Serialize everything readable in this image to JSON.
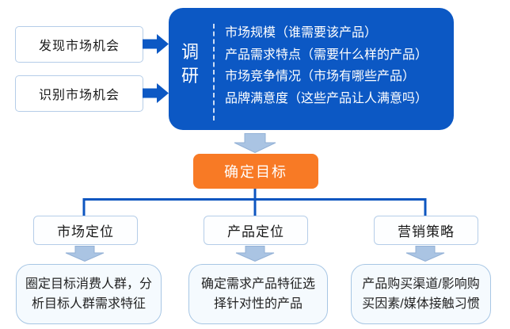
{
  "colors": {
    "deep-blue": "#0C58C4",
    "line-blue": "#0D56C0",
    "orange": "#F87A25",
    "soft-arrow": "#AAC4E3",
    "soft-arrow-edge": "#93B1D6",
    "box-border": "#B5CDE8",
    "detail-border": "#A7C6E4",
    "detail-bg": "#F5FAFE"
  },
  "flow": {
    "inputs": [
      {
        "label": "发现市场机会"
      },
      {
        "label": "识别市场机会"
      }
    ],
    "research": {
      "title_chars": [
        "调",
        "研"
      ],
      "items": [
        "市场规模（谁需要该产品）",
        "产品需求特点（需要什么样的产品）",
        "市场竞争情况（市场有哪些产品）",
        "品牌满意度（这些产品让人满意吗）"
      ]
    },
    "goal": {
      "label": "确定目标"
    },
    "branches": [
      {
        "label": "市场定位",
        "detail": "圈定目标消费人群，分析目标人群需求特征"
      },
      {
        "label": "产品定位",
        "detail": "确定需求产品特征选择针对性的产品"
      },
      {
        "label": "营销策略",
        "detail": "产品购买渠道/影响购买因素/媒体接触习惯"
      }
    ]
  }
}
